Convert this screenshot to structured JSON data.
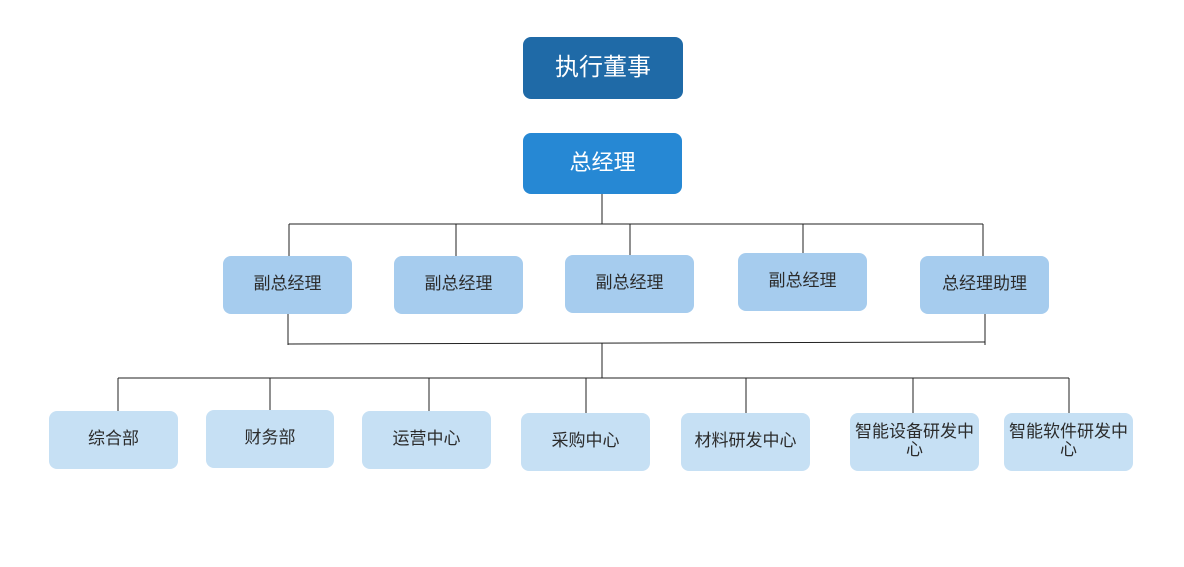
{
  "chart": {
    "executive": "执行董事",
    "general_manager": "总经理",
    "management": [
      "副总经理",
      "副总经理",
      "副总经理",
      "副总经理",
      "总经理助理"
    ],
    "departments": [
      "综合部",
      "财务部",
      "运营中心",
      "采购中心",
      "材料研发中心",
      "智能设备研发中心",
      "智能软件研发中心"
    ]
  },
  "colors": {
    "executive_fill": "#1f6aa7",
    "general_manager_fill": "#2688d4",
    "management_fill": "#a6ccee",
    "department_fill": "#c6e0f4",
    "connector_line": "#222222"
  }
}
